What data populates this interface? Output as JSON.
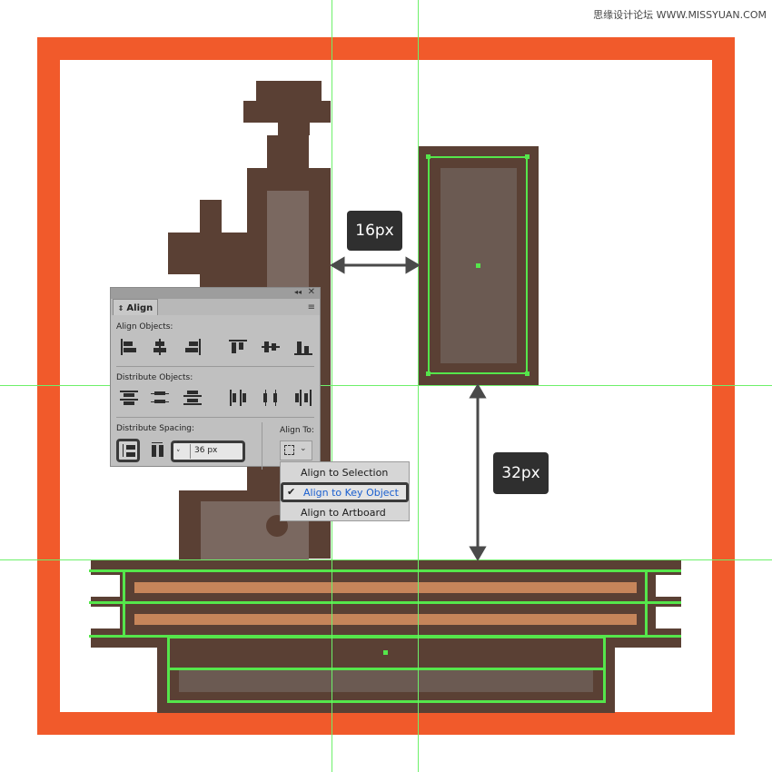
{
  "watermark": "思缘设计论坛 WWW.MISSYUAN.COM",
  "measurements": {
    "horizontal_gap": "16px",
    "vertical_gap": "32px"
  },
  "align_panel": {
    "tab_label": "Align",
    "align_objects_label": "Align Objects:",
    "distribute_objects_label": "Distribute Objects:",
    "distribute_spacing_label": "Distribute Spacing:",
    "align_to_label": "Align To:",
    "spacing_value": "36 px"
  },
  "align_to_menu": {
    "items": [
      "Align to Selection",
      "Align to Key Object",
      "Align to Artboard"
    ],
    "checked_index": 1
  },
  "colors": {
    "frame": "#f15a2b",
    "dark_brown": "#5a4034",
    "light_taupe": "#7a6860",
    "guide": "#6ef06a",
    "selection": "#55e64b",
    "accent_text": "#1a5fd0"
  }
}
